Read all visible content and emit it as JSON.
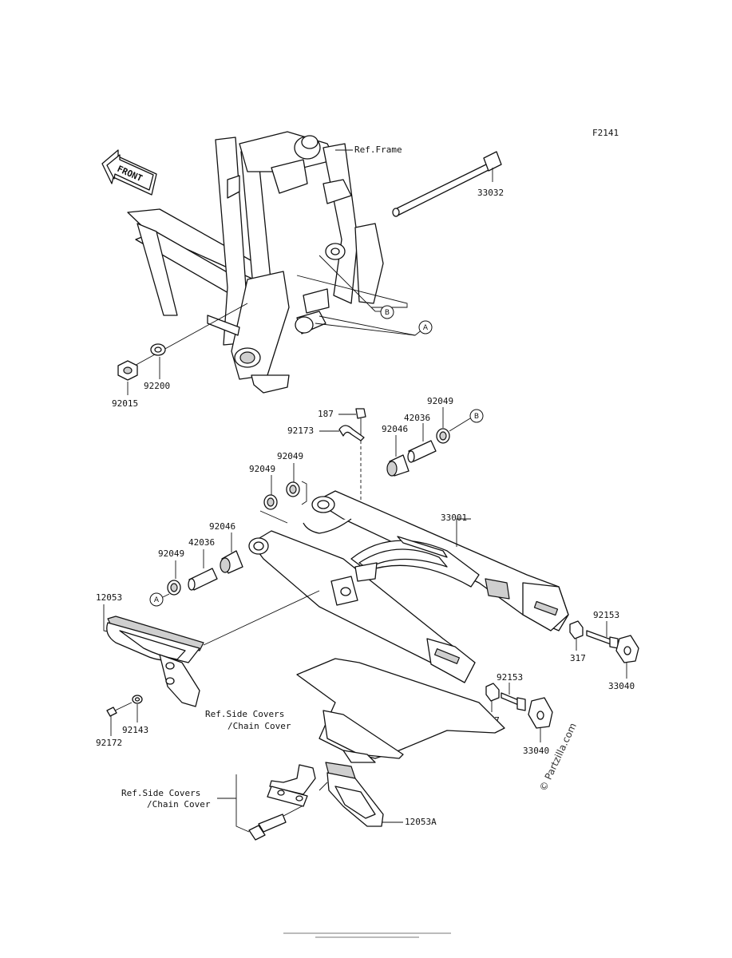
{
  "diagram_id": "F2141",
  "front_label": "FRONT",
  "refs": {
    "frame": "Ref.Frame",
    "side_covers_1a": "Ref.Side Covers",
    "side_covers_1b": "/Chain Cover",
    "side_covers_2a": "Ref.Side Covers",
    "side_covers_2b": "/Chain Cover"
  },
  "markers": {
    "a": "A",
    "b": "B"
  },
  "parts": {
    "p33032": "33032",
    "p92015": "92015",
    "p92200": "92200",
    "p187": "187",
    "p92173": "92173",
    "p42036_top": "42036",
    "p92049_top": "92049",
    "p92046_top": "92046",
    "p92049_mid1": "92049",
    "p92049_mid2": "92049",
    "p33001": "33001",
    "p92046_left": "92046",
    "p42036_left": "42036",
    "p92049_left": "92049",
    "p12053": "12053",
    "p92153_right": "92153",
    "p317_right": "317",
    "p33040_right": "33040",
    "p92153_mid": "92153",
    "p317_mid": "317",
    "p33040_mid": "33040",
    "p92143": "92143",
    "p92172": "92172",
    "p12053a": "12053A"
  },
  "watermark": "© Partzilla.com"
}
